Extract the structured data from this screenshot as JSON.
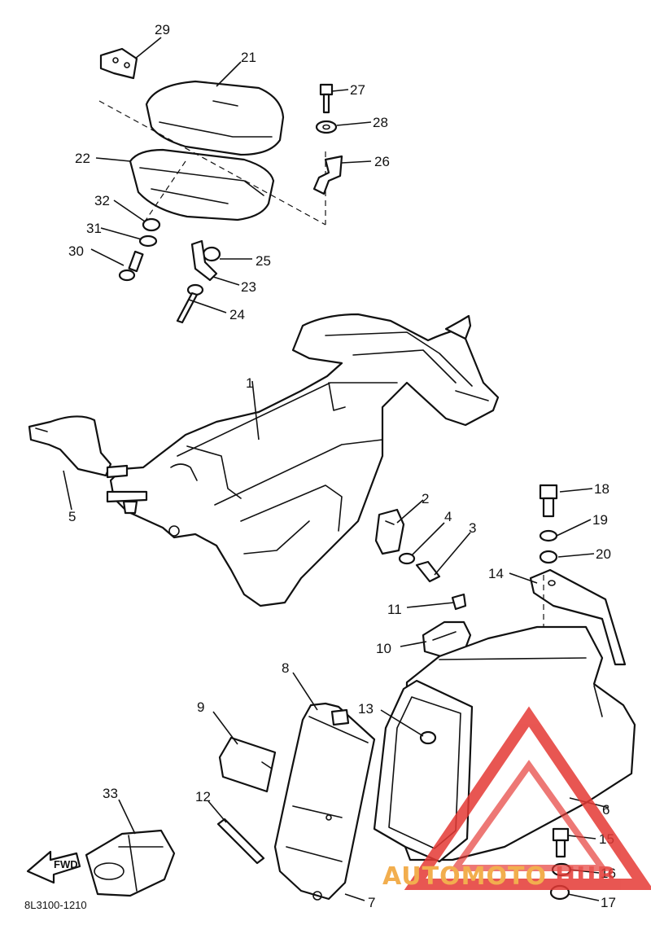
{
  "callouts": [
    {
      "id": "c1",
      "label": "1"
    },
    {
      "id": "c2",
      "label": "2"
    },
    {
      "id": "c3",
      "label": "3"
    },
    {
      "id": "c4",
      "label": "4"
    },
    {
      "id": "c5",
      "label": "5"
    },
    {
      "id": "c6",
      "label": "6"
    },
    {
      "id": "c7",
      "label": "7"
    },
    {
      "id": "c8",
      "label": "8"
    },
    {
      "id": "c9",
      "label": "9"
    },
    {
      "id": "c10",
      "label": "10"
    },
    {
      "id": "c11",
      "label": "11"
    },
    {
      "id": "c12",
      "label": "12"
    },
    {
      "id": "c13",
      "label": "13"
    },
    {
      "id": "c14",
      "label": "14"
    },
    {
      "id": "c15",
      "label": "15"
    },
    {
      "id": "c16",
      "label": "16"
    },
    {
      "id": "c17",
      "label": "17"
    },
    {
      "id": "c18",
      "label": "18"
    },
    {
      "id": "c19",
      "label": "19"
    },
    {
      "id": "c20",
      "label": "20"
    },
    {
      "id": "c21",
      "label": "21"
    },
    {
      "id": "c22",
      "label": "22"
    },
    {
      "id": "c23",
      "label": "23"
    },
    {
      "id": "c24",
      "label": "24"
    },
    {
      "id": "c25",
      "label": "25"
    },
    {
      "id": "c26",
      "label": "26"
    },
    {
      "id": "c27",
      "label": "27"
    },
    {
      "id": "c28",
      "label": "28"
    },
    {
      "id": "c29",
      "label": "29"
    },
    {
      "id": "c30",
      "label": "30"
    },
    {
      "id": "c31",
      "label": "31"
    },
    {
      "id": "c32",
      "label": "32"
    },
    {
      "id": "c33",
      "label": "33"
    }
  ],
  "diagram_code": "8L3100-1210",
  "fwd_arrow_label": "FWD",
  "watermark": {
    "text_a": "AUTOMOTO",
    "text_b": "HUB",
    "color_a": "#f0a030",
    "color_b": "#e53935",
    "triangle_color": "#e53935"
  }
}
